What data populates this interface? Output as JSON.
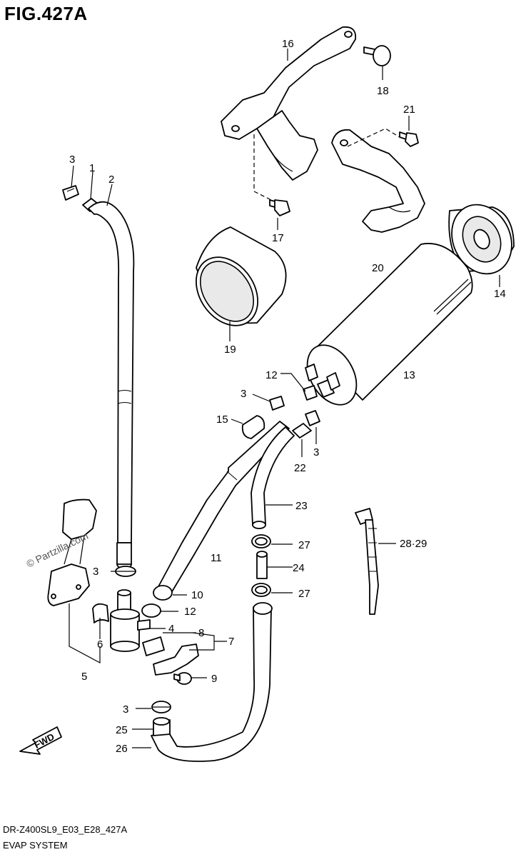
{
  "header": {
    "figure_title": "FIG.427A"
  },
  "footer": {
    "model_code": "DR-Z400SL9_E03_E28_427A",
    "section_name": "EVAP SYSTEM"
  },
  "watermark": {
    "text": "© Partzilla.com"
  },
  "fwd_arrow": {
    "label": "FWD"
  },
  "callouts": {
    "c1": "1",
    "c2": "2",
    "c3a": "3",
    "c3b": "3",
    "c3c": "3",
    "c3d": "3",
    "c3e": "3",
    "c4": "4",
    "c5": "5",
    "c6": "6",
    "c7": "7",
    "c8": "8",
    "c9": "9",
    "c10": "10",
    "c11": "11",
    "c12a": "12",
    "c12b": "12",
    "c13": "13",
    "c14": "14",
    "c15": "15",
    "c16": "16",
    "c17": "17",
    "c18": "18",
    "c19": "19",
    "c20": "20",
    "c21": "21",
    "c22": "22",
    "c23": "23",
    "c24": "24",
    "c25": "25",
    "c26": "26",
    "c27a": "27",
    "c27b": "27",
    "c28_29": "28·29"
  }
}
